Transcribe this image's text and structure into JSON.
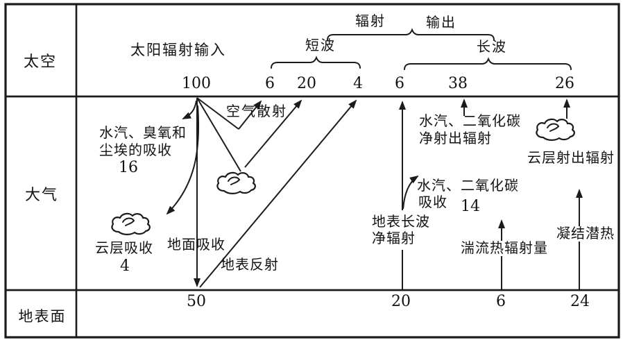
{
  "colors": {
    "line": "#1b1b1b",
    "background": "#ffffff"
  },
  "rows": [
    {
      "label": "太空"
    },
    {
      "label": "大气"
    },
    {
      "label": "地表面"
    }
  ],
  "header": {
    "solar_input": "太阳辐射输入",
    "radiation": "辐射",
    "output": "输出",
    "shortwave": "短波",
    "longwave": "长波"
  },
  "top_values": {
    "solar_input": "100",
    "air_scatter_out": "6",
    "cloud_reflect_out": "20",
    "surface_reflect_out": "4",
    "surface_longwave_out": "6",
    "gas_net_emit_out": "38",
    "cloud_emit_out": "26"
  },
  "surface_values": {
    "ground_absorb": "50",
    "surface_longwave_net": "20",
    "turbulent_heat": "6",
    "latent_heat": "24"
  },
  "atmosphere_labels": {
    "air_scatter": "空气散射",
    "vapor_ozone_dust_absorb_line1": "水汽、臭氧和",
    "vapor_ozone_dust_absorb_line2": "尘埃的吸收",
    "vapor_ozone_dust_absorb_value": "16",
    "cloud_absorb": "云层吸收",
    "cloud_absorb_value": "4",
    "ground_absorb": "地面吸收",
    "surface_reflect": "地表反射",
    "surface_longwave_line1": "地表长波",
    "surface_longwave_line2": "净辐射",
    "vapor_co2_absorb_line1": "水汽、二氧化碳",
    "vapor_co2_absorb_line2": "吸收",
    "vapor_co2_absorb_value": "14",
    "vapor_co2_emit_line1": "水汽、二氧化碳",
    "vapor_co2_emit_line2": "净射出辐射",
    "cloud_emit": "云层射出辐射",
    "turbulent_heat": "湍流热辐射量",
    "latent_heat": "凝结潜热"
  }
}
